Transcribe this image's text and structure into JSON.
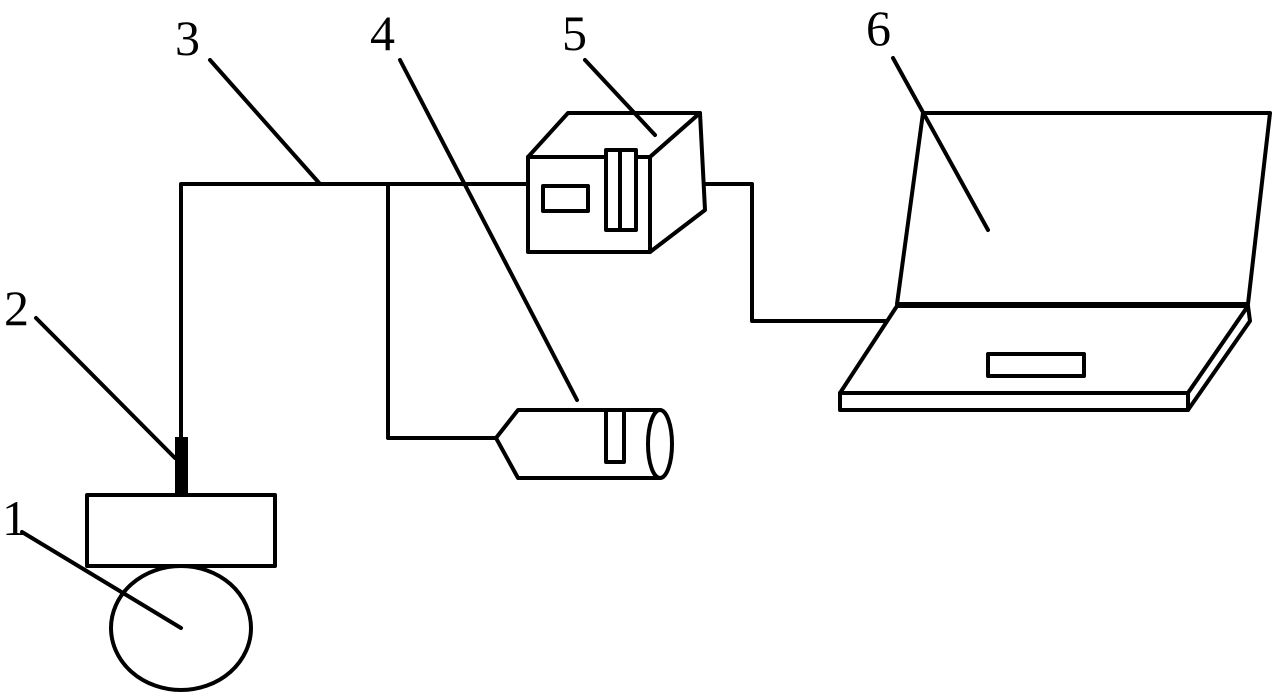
{
  "labels": {
    "n1": "1",
    "n2": "2",
    "n3": "3",
    "n4": "4",
    "n5": "5",
    "n6": "6"
  },
  "colors": {
    "stroke": "#000000",
    "background": "#ffffff"
  }
}
